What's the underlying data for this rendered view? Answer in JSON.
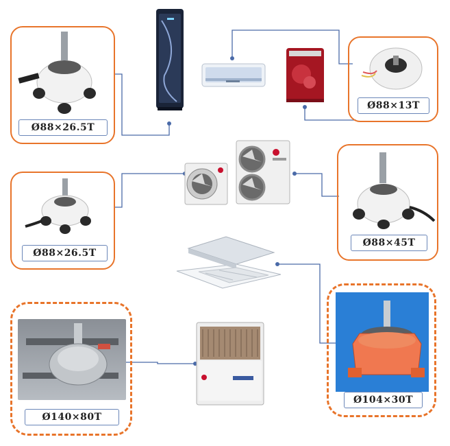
{
  "motors": [
    {
      "id": "m1",
      "label": "Ø88×26.5T"
    },
    {
      "id": "m2",
      "label": "Ø88×13T"
    },
    {
      "id": "m3",
      "label": "Ø88×26.5T"
    },
    {
      "id": "m4",
      "label": "Ø88×45T"
    },
    {
      "id": "m5",
      "label": "Ø140×80T"
    },
    {
      "id": "m6",
      "label": "Ø104×30T"
    }
  ],
  "colors": {
    "frame": "#e8742a",
    "connector": "#4a6aa8",
    "highlight_bg": "#2a7fd6"
  },
  "icons": [
    "tower-air-conditioner-icon",
    "split-wall-air-conditioner-icon",
    "red-dehumidifier-icon",
    "outdoor-unit-single-fan-icon",
    "outdoor-unit-double-fan-icon",
    "ceiling-cassette-unit-icon",
    "vrf-outdoor-unit-icon",
    "fan-motor-icon"
  ]
}
